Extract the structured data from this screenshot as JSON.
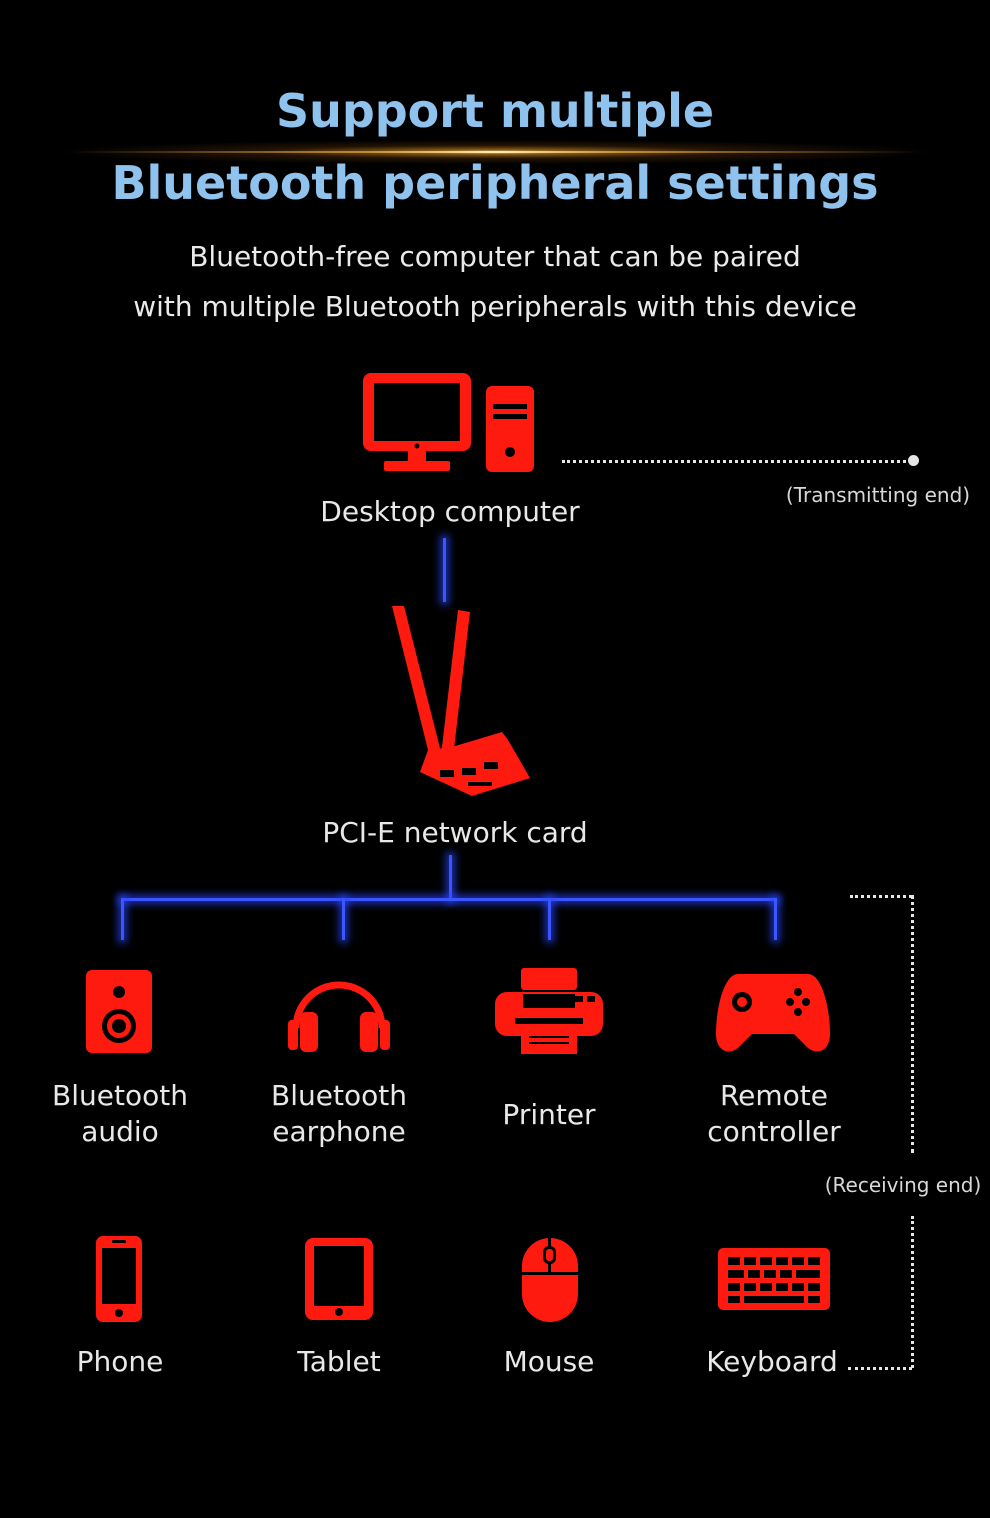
{
  "header": {
    "title_line1": "Support multiple",
    "title_line2": "Bluetooth peripheral settings",
    "subtitle_line1": "Bluetooth-free computer that can be paired",
    "subtitle_line2": "with multiple Bluetooth peripherals with this device"
  },
  "source": {
    "label": "Desktop computer",
    "role_note": "(Transmitting end)",
    "icon": "desktop-computer-icon"
  },
  "adapter": {
    "label": "PCI-E network card",
    "icon": "pcie-card-icon"
  },
  "receivers_note": "(Receiving end)",
  "peripherals_row1": [
    {
      "line1": "Bluetooth",
      "line2": "audio",
      "icon": "speaker-icon"
    },
    {
      "line1": "Bluetooth",
      "line2": "earphone",
      "icon": "headphones-icon"
    },
    {
      "line1": "Printer",
      "icon": "printer-icon"
    },
    {
      "line1": "Remote",
      "line2": "controller",
      "icon": "gamepad-icon"
    }
  ],
  "peripherals_row2": [
    {
      "label": "Phone",
      "icon": "phone-icon"
    },
    {
      "label": "Tablet",
      "icon": "tablet-icon"
    },
    {
      "label": "Mouse",
      "icon": "mouse-icon"
    },
    {
      "label": "Keyboard",
      "icon": "keyboard-icon"
    }
  ],
  "colors": {
    "title": "#8fc3ee",
    "icon_red": "#ff1a10",
    "connector_blue": "#3d55ff"
  }
}
